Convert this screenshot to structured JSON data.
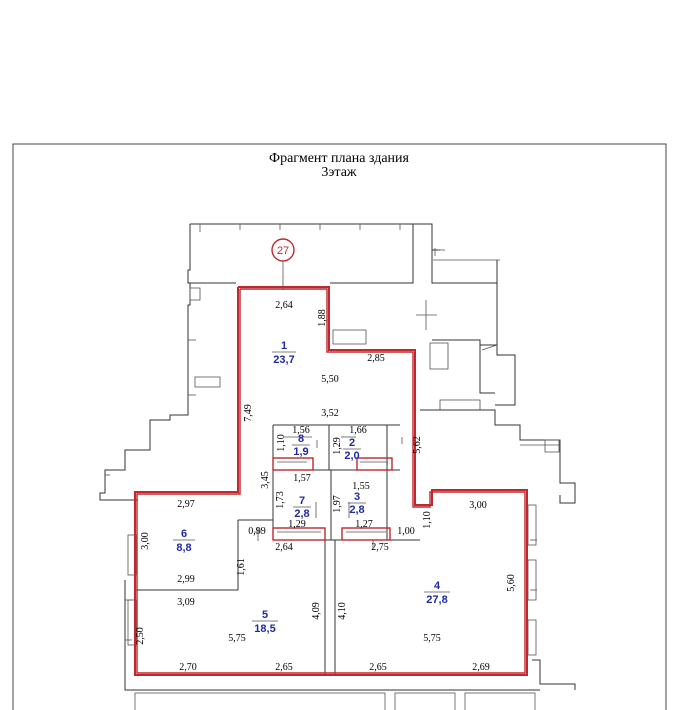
{
  "title": {
    "line1": "Фрагмент плана здания",
    "line2": "3этаж"
  },
  "marker": "27",
  "rooms": [
    {
      "number": "1",
      "area": "23,7"
    },
    {
      "number": "2",
      "area": "2,0"
    },
    {
      "number": "3",
      "area": "2,8"
    },
    {
      "number": "4",
      "area": "27,8"
    },
    {
      "number": "5",
      "area": "18,5"
    },
    {
      "number": "6",
      "area": "8,8"
    },
    {
      "number": "7",
      "area": "2,8"
    },
    {
      "number": "8",
      "area": "1,9"
    }
  ],
  "dimensions": {
    "d_2_64_top": "2,64",
    "d_1_88": "1,88",
    "d_2_85": "2,85",
    "d_5_50": "5,50",
    "d_7_49": "7,49",
    "d_3_52": "3,52",
    "d_1_56": "1,56",
    "d_1_66": "1,66",
    "d_1_10_a": "1,10",
    "d_1_29": "1,29",
    "d_5_62": "5,62",
    "d_1_57": "1,57",
    "d_3_45": "3,45",
    "d_1_55": "1,55",
    "d_2_97": "2,97",
    "d_1_73": "1,73",
    "d_1_97": "1,97",
    "d_3_00_top": "3,00",
    "d_3_00_left": "3,00",
    "d_0_99": "0,99",
    "d_1_29_b": "1,29",
    "d_1_27": "1,27",
    "d_1_00": "1,00",
    "d_1_10_b": "1,10",
    "d_2_64_b": "2,64",
    "d_2_75": "2,75",
    "d_1_61": "1,61",
    "d_2_99": "2,99",
    "d_3_09": "3,09",
    "d_5_60": "5,60",
    "d_4_09": "4,09",
    "d_4_10": "4,10",
    "d_2_50": "2,50",
    "d_5_75_a": "5,75",
    "d_5_75_b": "5,75",
    "d_2_70": "2,70",
    "d_2_65_a": "2,65",
    "d_2_65_b": "2,65",
    "d_2_69": "2,69"
  }
}
